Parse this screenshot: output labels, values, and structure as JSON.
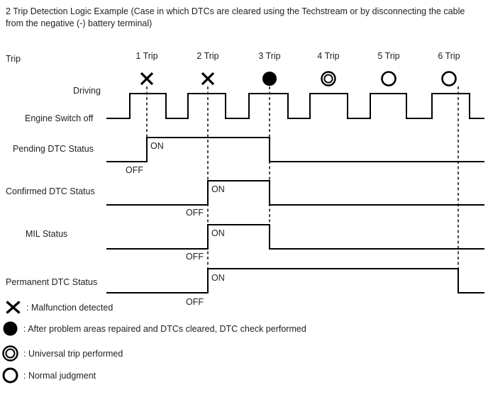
{
  "title": "2 Trip Detection Logic Example (Case in which DTCs are cleared using the Techstream or by disconnecting the cable from the negative (-) battery terminal)",
  "colors": {
    "line": "#000000",
    "text": "#1f1f1f",
    "background": "#ffffff"
  },
  "trip_row": {
    "axis_label": "Trip",
    "trips": [
      {
        "label": "1 Trip",
        "symbol": "malfunction-x"
      },
      {
        "label": "2 Trip",
        "symbol": "malfunction-x"
      },
      {
        "label": "3 Trip",
        "symbol": "dtc-check-filled-circle"
      },
      {
        "label": "4 Trip",
        "symbol": "universal-trip-double-circle"
      },
      {
        "label": "5 Trip",
        "symbol": "normal-judgment-circle"
      },
      {
        "label": "6 Trip",
        "symbol": "normal-judgment-circle"
      }
    ]
  },
  "driving_row": {
    "high_label": "Driving",
    "low_label": "Engine Switch off"
  },
  "status_rows": [
    {
      "label": "Pending DTC Status",
      "on_label": "ON",
      "off_label": "OFF",
      "turns_on_at": "1 Trip",
      "turns_off_at": "3 Trip"
    },
    {
      "label": "Confirmed DTC Status",
      "on_label": "ON",
      "off_label": "OFF",
      "turns_on_at": "2 Trip",
      "turns_off_at": "3 Trip"
    },
    {
      "label": "MIL Status",
      "on_label": "ON",
      "off_label": "OFF",
      "turns_on_at": "2 Trip",
      "turns_off_at": "3 Trip"
    },
    {
      "label": "Permanent DTC Status",
      "on_label": "ON",
      "off_label": "OFF",
      "turns_on_at": "2 Trip",
      "turns_off_at": "6 Trip"
    }
  ],
  "legend": [
    {
      "symbol": "malfunction-x",
      "text": ": Malfunction detected"
    },
    {
      "symbol": "dtc-check-filled-circle",
      "text": ": After problem areas repaired and DTCs cleared, DTC check performed"
    },
    {
      "symbol": "universal-trip-double-circle",
      "text": ": Universal trip performed"
    },
    {
      "symbol": "normal-judgment-circle",
      "text": ": Normal judgment"
    }
  ]
}
